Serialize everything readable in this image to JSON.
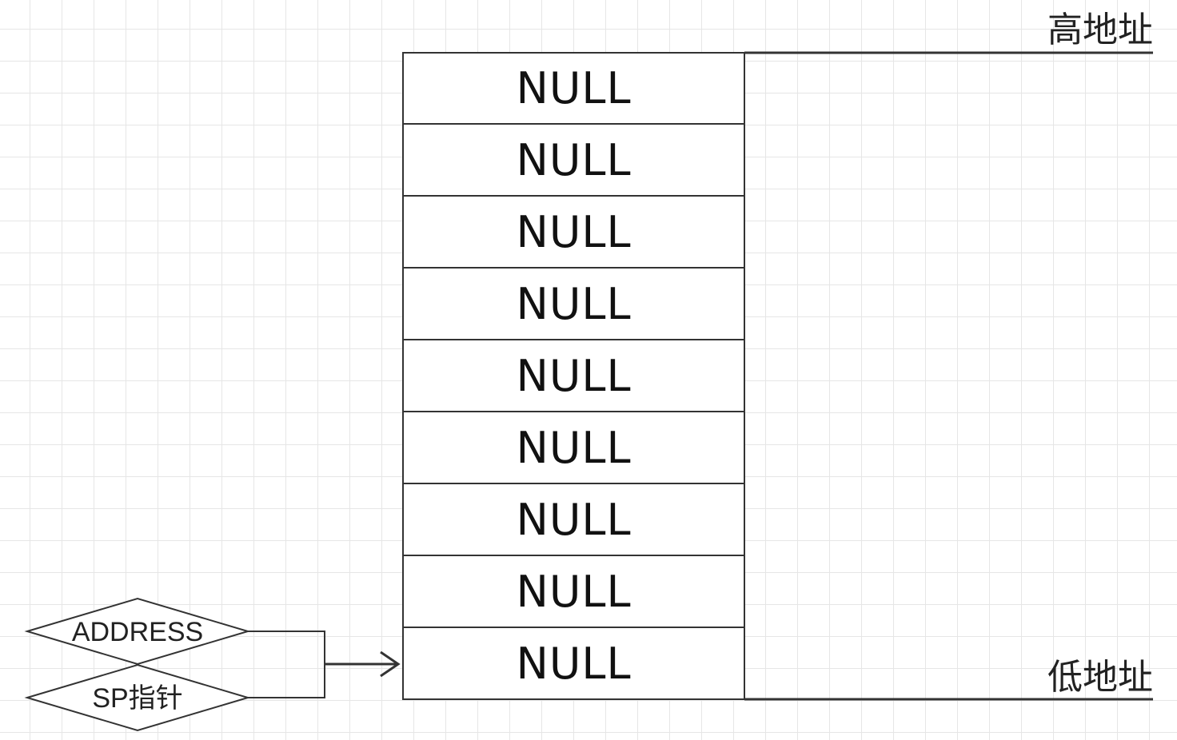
{
  "stack": {
    "cells": [
      "NULL",
      "NULL",
      "NULL",
      "NULL",
      "NULL",
      "NULL",
      "NULL",
      "NULL",
      "NULL"
    ]
  },
  "labels": {
    "high_address": "高地址",
    "low_address": "低地址"
  },
  "pointers": {
    "address": "ADDRESS",
    "sp": "SP指针"
  },
  "colors": {
    "line": "#333333",
    "grid": "#e6e6e6",
    "background": "#ffffff"
  }
}
